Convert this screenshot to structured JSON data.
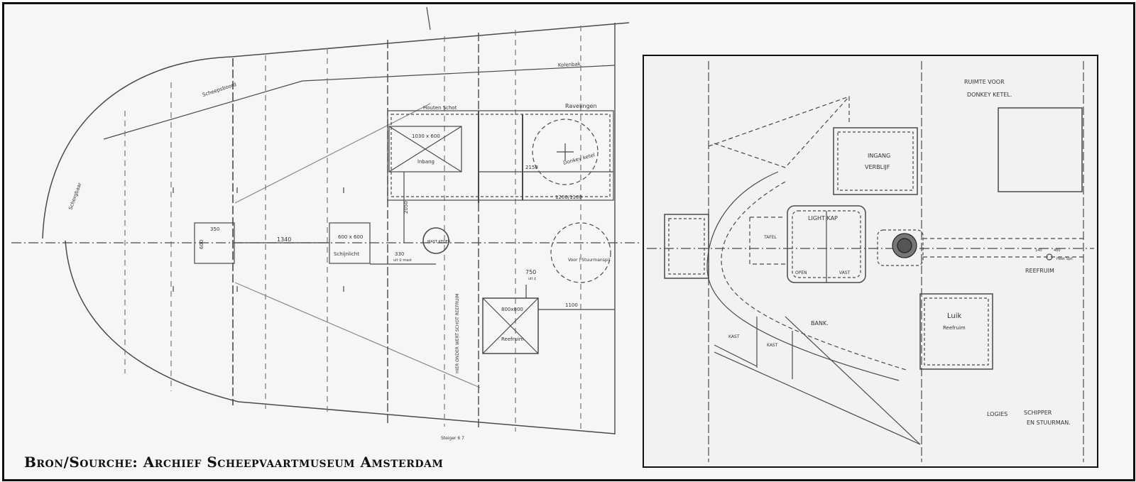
{
  "credit": "Bron/Sourche: Archief Scheepvaartmuseum Amsterdam",
  "left_plan": {
    "labels": {
      "scheepsboord": "Scheepsboord",
      "scherg": "Schergbaar",
      "kolenbak": "Kolenbak",
      "houten_schot": "Houten Schot",
      "ravelingen": "Ravelingen",
      "hatch1": "1030 x 600",
      "hatch1_sub": "lnbang",
      "dim_2150": "2150",
      "donkey": "Donkey ketel",
      "pipe": "1200/1100",
      "dim_2050": "2050",
      "sq350": "350",
      "sq600": "600",
      "dim_1340": "1340",
      "box_label": "600 x 600",
      "schijnlicht": "Schijnlicht",
      "dim_330": "330",
      "uit_mast": "uit ♀ mast",
      "mast_keuer": "MAST KEUER",
      "dim_750": "750",
      "uit": "uit ¢",
      "voor_stuur": "Voor | Stuurmanspil",
      "hatch2": "800x800",
      "hatch2_sub": "Reefruim",
      "dim_1100": "1100",
      "vertical_note": "HIER ONDER WERT SCHOT REEFRUIM",
      "steiger": "Steiger 6 7"
    }
  },
  "right_plan": {
    "labels": {
      "ruimte": "RUIMTE VOOR",
      "donkey_ketel": "DONKEY KETEL.",
      "ingang": "INGANG",
      "verblijf": "VERBLIJF",
      "light_kap": "LIGHT KAP",
      "tafel": "TAFEL",
      "open": "OPEN",
      "vast": "VAST",
      "dim_140": "140",
      "dim_480": "480",
      "heet_spil": "Heet Spil",
      "reefruim": "REEFRUIM",
      "luik": "Luik",
      "luik_sub": "Reefruim",
      "bank": "BANK.",
      "kast1": "KAST",
      "kast2": "KAST",
      "logies": "LOGIES",
      "schipper": "SCHIPPER",
      "stuurman": "EN STUURMAN."
    }
  },
  "colors": {
    "line": "#4a4a4a",
    "paper": "#f6f6f6",
    "panel": "#f2f2f2"
  }
}
